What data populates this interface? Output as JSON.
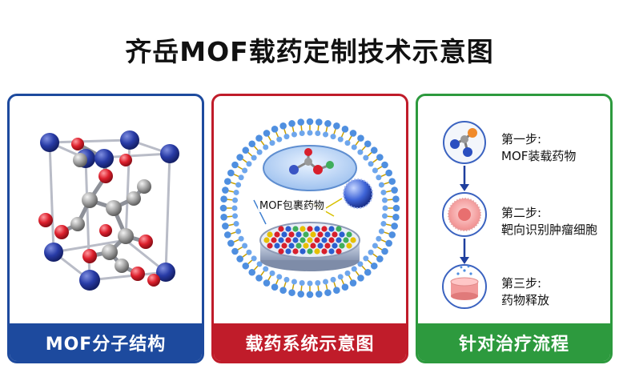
{
  "title": "齐岳MOF载药定制技术示意图",
  "panels": [
    {
      "caption": "MOF分子结构"
    },
    {
      "caption": "载药系统示意图",
      "inner_label": "MOF包裹药物"
    },
    {
      "caption": "针对治疗流程"
    }
  ],
  "steps": [
    {
      "heading": "第一步:",
      "text": "MOF装载药物"
    },
    {
      "heading": "第二步:",
      "text": "靶向识别肿瘤细胞"
    },
    {
      "heading": "第三步:",
      "text": "药物释放"
    }
  ],
  "colors": {
    "panel1": "#1d4a9e",
    "panel2": "#c01c2a",
    "panel3": "#2d9a3e",
    "atom_blue": "#22339a",
    "atom_red": "#d81f2c",
    "atom_gray": "#9a9a9a"
  }
}
